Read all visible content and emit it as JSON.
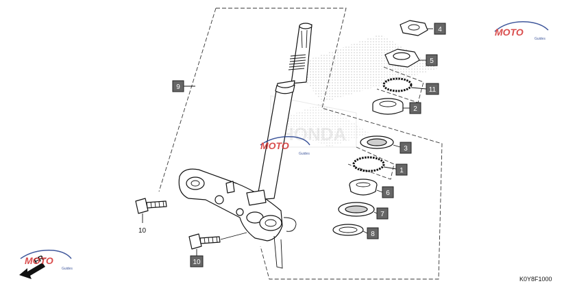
{
  "callouts": {
    "c1": "1",
    "c2": "2",
    "c3": "3",
    "c4": "4",
    "c5": "5",
    "c6": "6",
    "c7": "7",
    "c8": "8",
    "c9": "9",
    "c10": "10",
    "c11": "11"
  },
  "labels": {
    "bolt_upper": "10"
  },
  "diagram_code": "K0Y8F1000",
  "front_marker": "FR.",
  "watermark": {
    "brand": "MOTO",
    "sub": "Guides",
    "bg_logo": "HONDA"
  },
  "colors": {
    "callout_fill": "#666666",
    "line": "#111111",
    "watermark_red": "#d32f2f",
    "watermark_blue": "#1e3a8a"
  }
}
